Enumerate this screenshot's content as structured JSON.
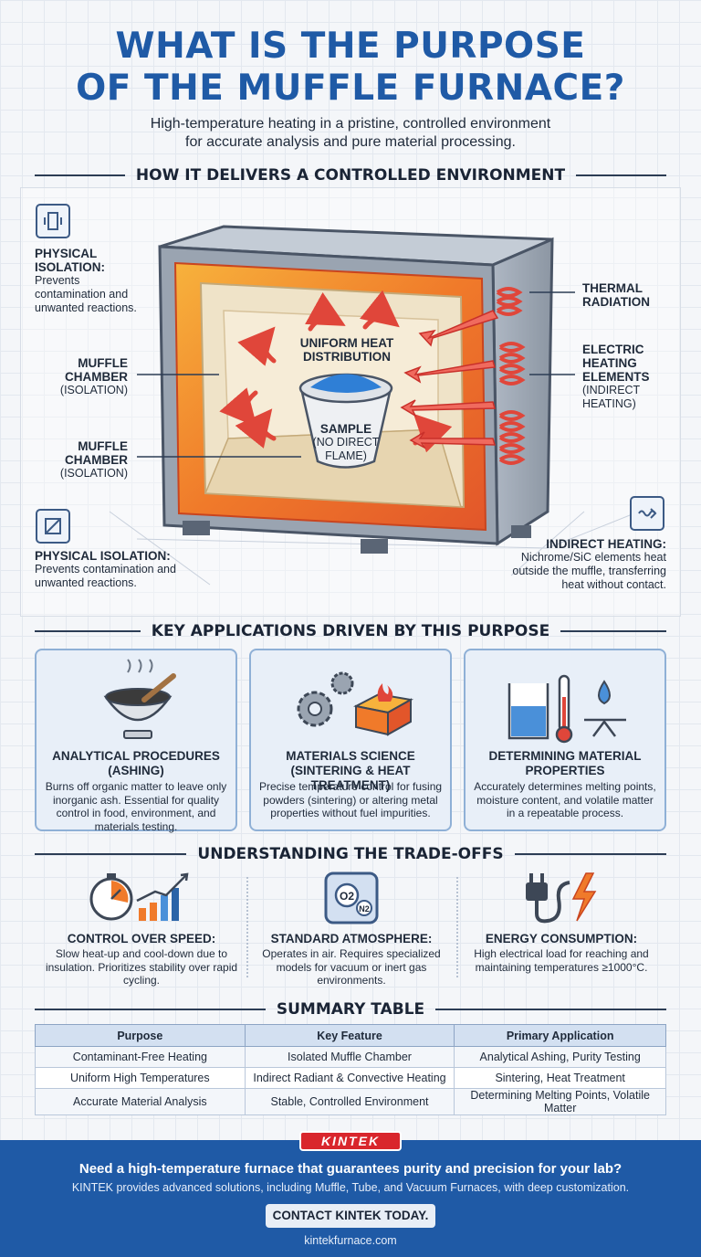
{
  "header": {
    "title_line1": "WHAT IS THE PURPOSE",
    "title_line2": "OF THE MUFFLE FURNACE?",
    "subtitle_line1": "High-temperature heating in a pristine, controlled environment",
    "subtitle_line2": "for accurate analysis and pure material processing."
  },
  "diagram": {
    "section_title": "HOW IT DELIVERS A CONTROLLED ENVIRONMENT",
    "labels": {
      "physical_isolation_top_title": "PHYSICAL ISOLATION:",
      "physical_isolation_top_text": "Prevents contamination and unwanted reactions.",
      "muffle_chamber_1_title": "MUFFLE CHAMBER",
      "muffle_chamber_1_sub": "(ISOLATION)",
      "muffle_chamber_2_title": "MUFFLE CHAMBER",
      "muffle_chamber_2_sub": "(ISOLATION)",
      "uniform_heat": "UNIFORM HEAT DISTRIBUTION",
      "sample": "SAMPLE",
      "sample_sub": "(NO DIRECT FLAME)",
      "thermal_radiation": "THERMAL RADIATION",
      "electric_heating_title": "ELECTRIC HEATING ELEMENTS",
      "electric_heating_sub": "(INDIRECT HEATING)",
      "physical_isolation_bottom_title": "PHYSICAL ISOLATION:",
      "physical_isolation_bottom_text": "Prevents contamination and unwanted reactions.",
      "indirect_heating_title": "INDIRECT HEATING:",
      "indirect_heating_text": "Nichrome/SiC elements heat outside the muffle, transferring heat without contact."
    },
    "icons": [
      "isolation-icon",
      "isolation-icon",
      "heating-coil-icon"
    ]
  },
  "applications": {
    "section_title": "KEY APPLICATIONS DRIVEN BY THIS PURPOSE",
    "cards": [
      {
        "icon": "ash-crucible-icon",
        "title": "ANALYTICAL PROCEDURES (ASHING)",
        "text": "Burns off organic matter to leave only inorganic ash. Essential for quality control in food, environment, and materials testing."
      },
      {
        "icon": "gears-heat-block-icon",
        "title": "MATERIALS SCIENCE (SINTERING & HEAT TREATMENT)",
        "text": "Precise temperature control for fusing powders (sintering) or altering metal properties without fuel impurities."
      },
      {
        "icon": "beaker-thermometer-icon",
        "title": "DETERMINING MATERIAL PROPERTIES",
        "text": "Accurately determines melting points, moisture content, and volatile matter in a repeatable process."
      }
    ]
  },
  "tradeoffs": {
    "section_title": "UNDERSTANDING THE TRADE-OFFS",
    "items": [
      {
        "icon": "stopwatch-chart-icon",
        "title": "CONTROL OVER SPEED:",
        "text": "Slow heat-up and cool-down due to insulation. Prioritizes stability over rapid cycling."
      },
      {
        "icon": "gas-o2-n2-icon",
        "title": "STANDARD ATMOSPHERE:",
        "text": "Operates in air. Requires specialized models for vacuum or inert gas environments.",
        "icon_text_o2": "O2",
        "icon_text_n2": "N2"
      },
      {
        "icon": "plug-lightning-icon",
        "title": "ENERGY CONSUMPTION:",
        "text": "High electrical load for reaching and maintaining temperatures ≥1000°C."
      }
    ]
  },
  "summary": {
    "section_title": "SUMMARY TABLE",
    "headers": [
      "Purpose",
      "Key Feature",
      "Primary Application"
    ],
    "rows": [
      [
        "Contaminant-Free Heating",
        "Isolated Muffle Chamber",
        "Analytical Ashing, Purity Testing"
      ],
      [
        "Uniform High Temperatures",
        "Indirect Radiant & Convective Heating",
        "Sintering, Heat Treatment"
      ],
      [
        "Accurate Material Analysis",
        "Stable, Controlled Environment",
        "Determining Melting Points, Volatile Matter"
      ]
    ]
  },
  "footer": {
    "logo": "KINTEK",
    "question": "Need a high-temperature furnace that guarantees purity and precision for your lab?",
    "pitch": "KINTEK provides advanced solutions, including Muffle, Tube, and Vacuum Furnaces, with deep customization.",
    "cta": "CONTACT KINTEK TODAY.",
    "url": "kintekfurnace.com"
  },
  "colors": {
    "title_blue": "#1f5aa6",
    "heat_orange": "#f07a2a",
    "element_red": "#e0463a",
    "footer_blue": "#1f5aa6",
    "logo_red": "#d9262c"
  }
}
